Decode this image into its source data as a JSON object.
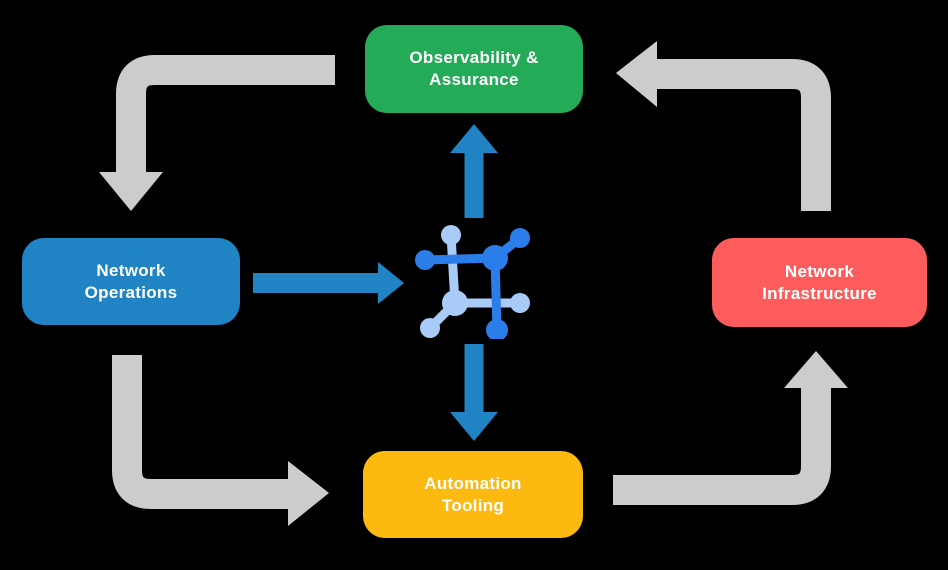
{
  "diagram": {
    "background": "#000000",
    "text_color": "#ffffff",
    "arrow_gray": "#cccccc",
    "arrow_blue": "#1f83c4",
    "nodes": {
      "observability": {
        "line1": "Observability &",
        "line2": "Assurance",
        "color": "#23ab57"
      },
      "operations": {
        "line1": "Network",
        "line2": "Operations",
        "color": "#1f83c4"
      },
      "infrastructure": {
        "line1": "Network",
        "line2": "Infrastructure",
        "color": "#fc5c5c"
      },
      "automation": {
        "line1": "Automation",
        "line2": "Tooling",
        "color": "#fcb90f"
      }
    },
    "center_icon": {
      "name": "network-platform-icon",
      "dark_blue": "#2b7de9",
      "light_blue": "#a8cbf8"
    },
    "flows": [
      {
        "from": "Observability & Assurance",
        "to": "Network Operations",
        "style": "gray-arrow"
      },
      {
        "from": "Network Operations",
        "to": "Automation Tooling",
        "style": "gray-arrow"
      },
      {
        "from": "Automation Tooling",
        "to": "Network Infrastructure",
        "style": "gray-arrow"
      },
      {
        "from": "Network Infrastructure",
        "to": "Observability & Assurance",
        "style": "gray-arrow"
      },
      {
        "from": "Network Operations",
        "to": "center-icon",
        "style": "blue-arrow"
      },
      {
        "from": "center-icon",
        "to": "Observability & Assurance",
        "style": "blue-arrow"
      },
      {
        "from": "center-icon",
        "to": "Automation Tooling",
        "style": "blue-arrow"
      }
    ]
  }
}
